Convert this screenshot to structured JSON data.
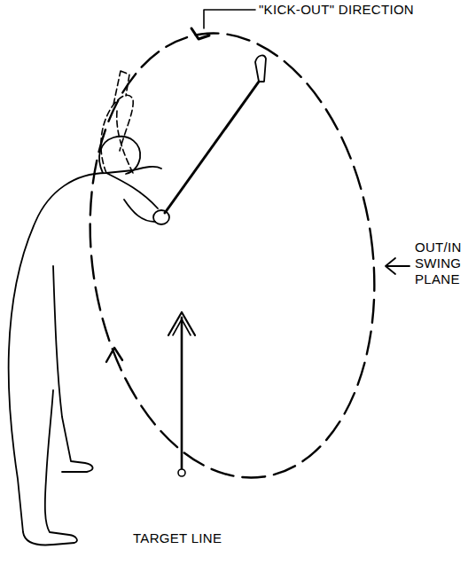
{
  "diagram": {
    "labels": [
      "\"KICK-OUT\" DIRECTION",
      "OUT/IN SWING PLANE",
      "TARGET LINE"
    ]
  }
}
